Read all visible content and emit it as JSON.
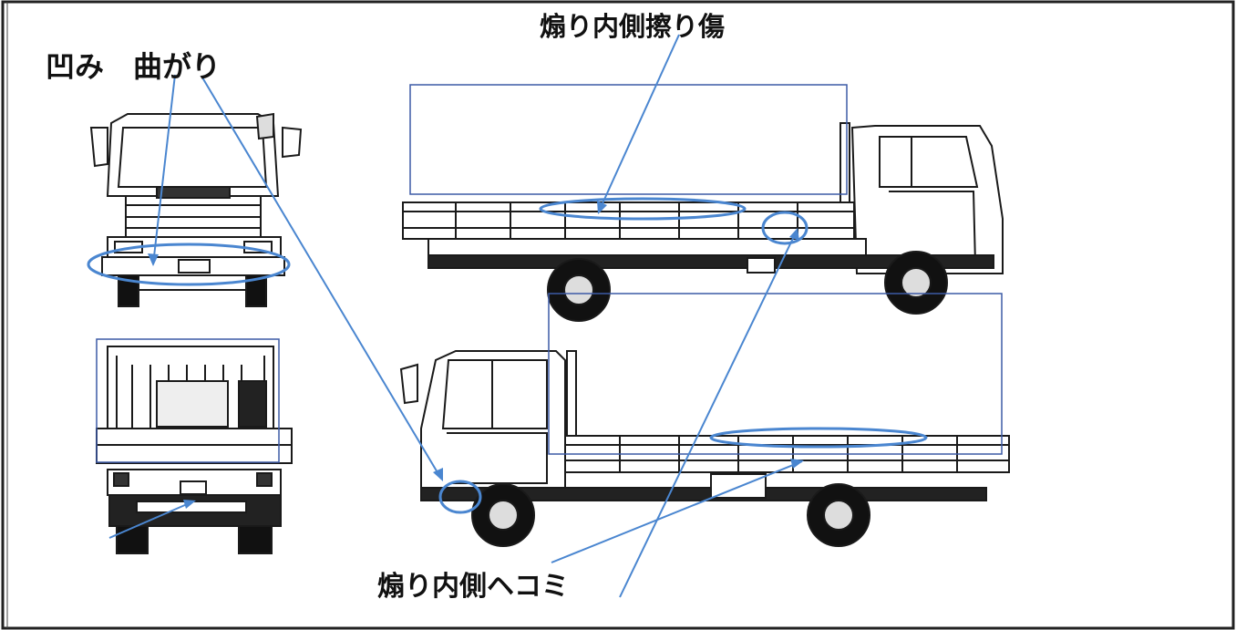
{
  "labels": {
    "dent_bend": "凹み　曲がり",
    "inner_scratch": "煽り内側擦り傷",
    "inner_dent": "煽り内側ヘコミ"
  },
  "colors": {
    "annotation": "#4a86d0",
    "box": "#3c5aa6",
    "truck_line": "#1a1a1a",
    "frame": "#222222"
  },
  "views": [
    "front-view",
    "rear-view",
    "left-side-view",
    "right-side-view"
  ]
}
